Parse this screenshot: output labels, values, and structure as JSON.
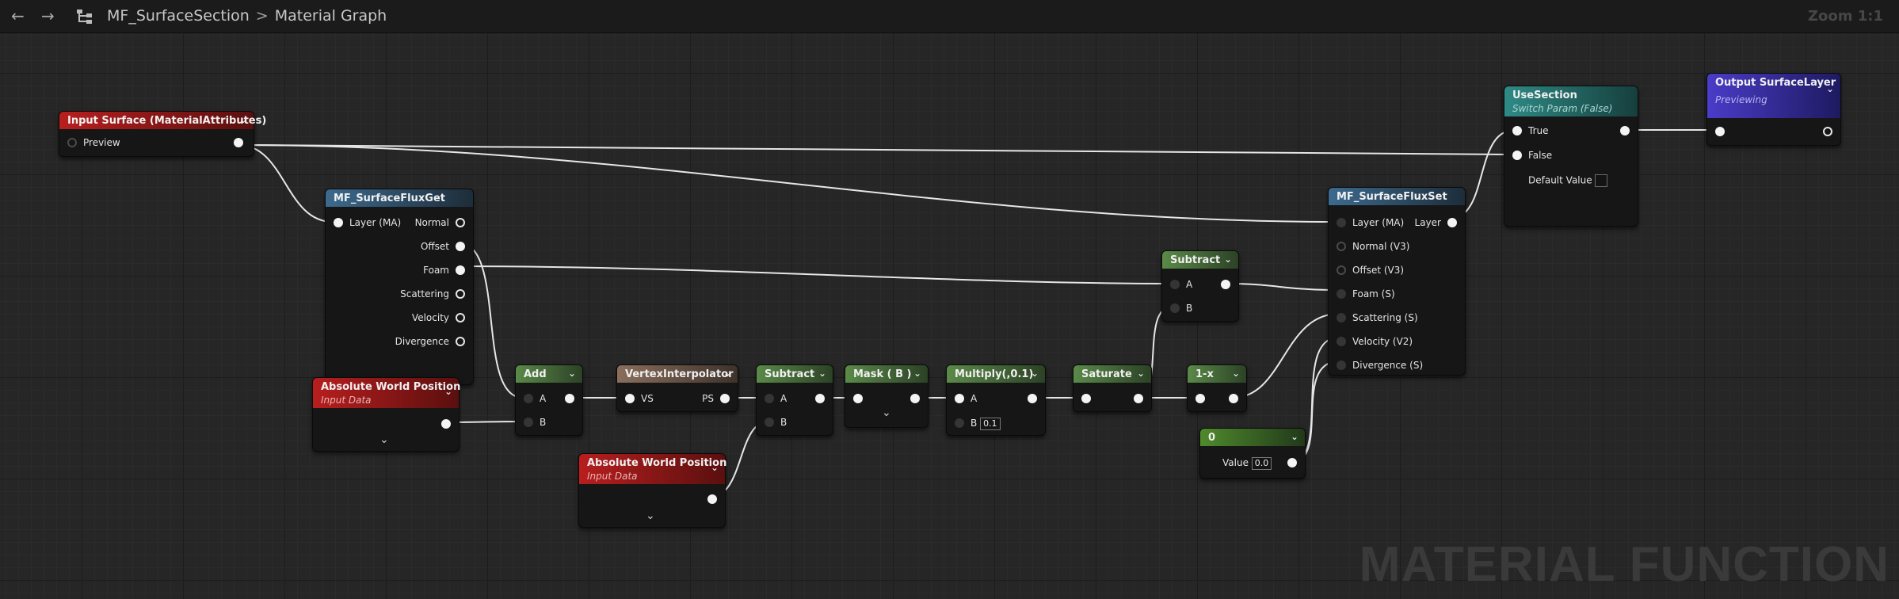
{
  "toolbar": {
    "back_icon": "arrow-left-icon",
    "forward_icon": "arrow-right-icon",
    "hierarchy_icon": "graph-hierarchy-icon",
    "breadcrumb_function": "MF_SurfaceSection",
    "breadcrumb_separator": ">",
    "breadcrumb_graph": "Material Graph",
    "zoom": "Zoom 1:1"
  },
  "watermark": "MATERIAL FUNCTION",
  "colors": {
    "input_header": "#b81e1e",
    "function_header": "#3c6a8e",
    "math_header": "#5a8a48",
    "interp_header": "#8a6e5c",
    "switch_header": "#2f8a86",
    "output_header": "#4a3cc8",
    "constant_header": "#4f8a2c",
    "wire": "#e8e8e8"
  },
  "nodes": {
    "input_surface": {
      "title": "Input Surface (MaterialAttributes)",
      "pin_preview": "Preview"
    },
    "flux_get": {
      "title": "MF_SurfaceFluxGet",
      "in_layer": "Layer (MA)",
      "out_normal": "Normal",
      "out_offset": "Offset",
      "out_foam": "Foam",
      "out_scattering": "Scattering",
      "out_velocity": "Velocity",
      "out_divergence": "Divergence"
    },
    "abs_pos_1": {
      "title": "Absolute World Position",
      "subtitle": "Input Data"
    },
    "abs_pos_2": {
      "title": "Absolute World Position",
      "subtitle": "Input Data"
    },
    "add": {
      "title": "Add",
      "in_a": "A",
      "in_b": "B"
    },
    "vertex_interp": {
      "title": "VertexInterpolator",
      "in_vs": "VS",
      "out_ps": "PS"
    },
    "subtract_1": {
      "title": "Subtract",
      "in_a": "A",
      "in_b": "B"
    },
    "mask": {
      "title": "Mask ( B )"
    },
    "multiply": {
      "title": "Multiply(,0.1)",
      "in_a": "A",
      "in_b": "B",
      "b_value": "0.1"
    },
    "saturate": {
      "title": "Saturate"
    },
    "subtract_2": {
      "title": "Subtract",
      "in_a": "A",
      "in_b": "B"
    },
    "one_minus": {
      "title": "1-x"
    },
    "const_zero": {
      "title": "0",
      "value_label": "Value",
      "value": "0.0"
    },
    "flux_set": {
      "title": "MF_SurfaceFluxSet",
      "in_layer": "Layer (MA)",
      "out_layer": "Layer",
      "in_normal": "Normal (V3)",
      "in_offset": "Offset (V3)",
      "in_foam": "Foam (S)",
      "in_scattering": "Scattering (S)",
      "in_velocity": "Velocity (V2)",
      "in_divergence": "Divergence (S)"
    },
    "use_section": {
      "title": "UseSection",
      "subtitle": "Switch Param (False)",
      "in_true": "True",
      "in_false": "False",
      "default_label": "Default Value"
    },
    "output": {
      "title": "Output SurfaceLayer",
      "subtitle": "Previewing"
    }
  }
}
